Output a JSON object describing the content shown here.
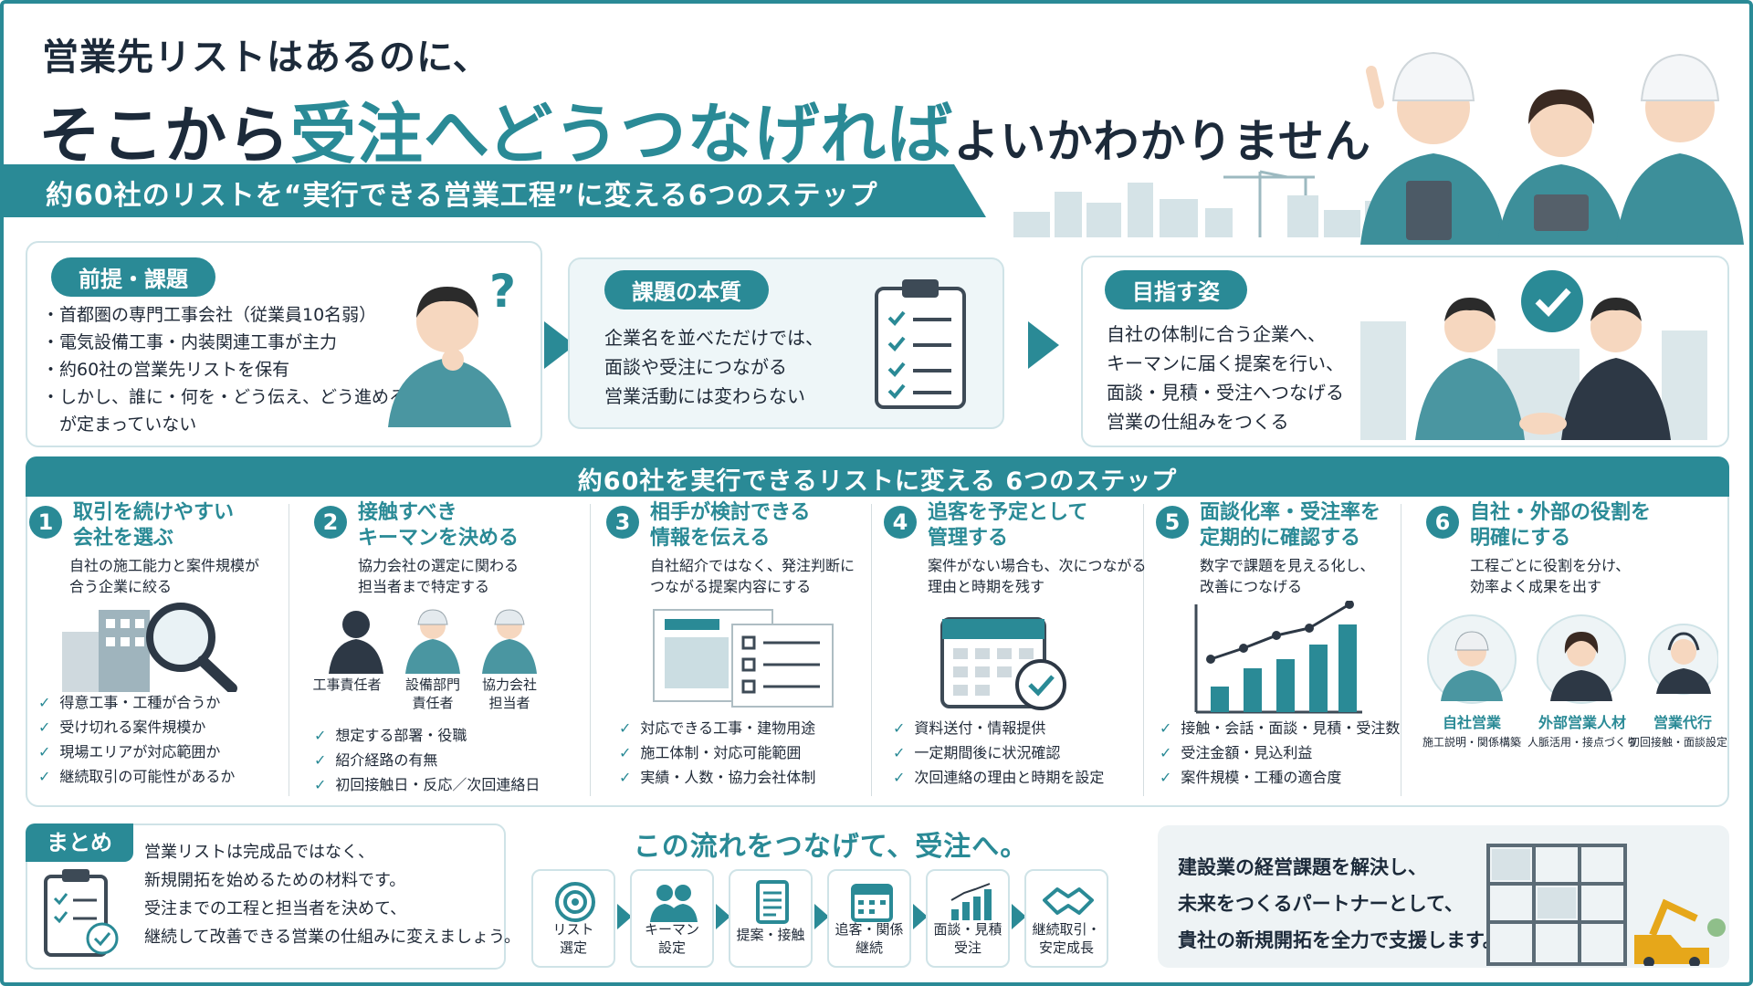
{
  "header": {
    "line1": "営業先リストはあるのに、",
    "line2_a": "そこから",
    "line2_b": "受注へどうつなげれば",
    "line2_c": "よいかわかりません",
    "banner": "約60社のリストを“実行できる営業工程”に変える6つのステップ"
  },
  "cards": {
    "premise": {
      "tag": "前提・課題",
      "items": [
        "・首都圏の専門工事会社（従業員10名弱）",
        "・電気設備工事・内装関連工事が主力",
        "・約60社の営業先リストを保有",
        "・しかし、誰に・何を・どう伝え、どう進めるか",
        "　が定まっていない"
      ],
      "mark": "?"
    },
    "essence": {
      "tag": "課題の本質",
      "lines": [
        "企業名を並べただけでは、",
        "面談や受注につながる",
        "営業活動には変わらない"
      ]
    },
    "goal": {
      "tag": "目指す姿",
      "lines": [
        "自社の体制に合う企業へ、",
        "キーマンに届く提案を行い、",
        "面談・見積・受注へつなげる",
        "営業の仕組みをつくる"
      ]
    }
  },
  "steps_title": "約60社を実行できるリストに変える 6つのステップ",
  "steps": [
    {
      "num": "1",
      "title1": "取引を続けやすい",
      "title2": "会社を選ぶ",
      "desc1": "自社の施工能力と案件規模が",
      "desc2": "合う企業に絞る",
      "checks": [
        "得意工事・工種が合うか",
        "受け切れる案件規模か",
        "現場エリアが対応範囲か",
        "継続取引の可能性があるか"
      ]
    },
    {
      "num": "2",
      "title1": "接触すべき",
      "title2": "キーマンを決める",
      "desc1": "協力会社の選定に関わる",
      "desc2": "担当者まで特定する",
      "people": [
        {
          "l1": "工事責任者",
          "l2": ""
        },
        {
          "l1": "設備部門",
          "l2": "責任者"
        },
        {
          "l1": "協力会社",
          "l2": "担当者"
        }
      ],
      "checks": [
        "想定する部署・役職",
        "紹介経路の有無",
        "初回接触日・反応／次回連絡日"
      ]
    },
    {
      "num": "3",
      "title1": "相手が検討できる",
      "title2": "情報を伝える",
      "desc1": "自社紹介ではなく、発注判断に",
      "desc2": "つながる提案内容にする",
      "checks": [
        "対応できる工事・建物用途",
        "施工体制・対応可能範囲",
        "実績・人数・協力会社体制"
      ]
    },
    {
      "num": "4",
      "title1": "追客を予定として",
      "title2": "管理する",
      "desc1": "案件がない場合も、次につながる",
      "desc2": "理由と時期を残す",
      "checks": [
        "資料送付・情報提供",
        "一定期間後に状況確認",
        "次回連絡の理由と時期を設定"
      ]
    },
    {
      "num": "5",
      "title1": "面談化率・受注率を",
      "title2": "定期的に確認する",
      "desc1": "数字で課題を見える化し、",
      "desc2": "改善につなげる",
      "checks": [
        "接触・会話・面談・見積・受注数",
        "受注金額・見込利益",
        "案件規模・工種の適合度"
      ]
    },
    {
      "num": "6",
      "title1": "自社・外部の役割を",
      "title2": "明確にする",
      "desc1": "工程ごとに役割を分け、",
      "desc2": "効率よく成果を出す",
      "roles": [
        {
          "name": "自社営業",
          "sub": "施工説明・関係構築"
        },
        {
          "name": "外部営業人材",
          "sub": "人脈活用・接点づくり"
        },
        {
          "name": "営業代行",
          "sub": "初回接触・面談設定"
        }
      ]
    }
  ],
  "summary": {
    "tag": "まとめ",
    "lines": [
      "営業リストは完成品ではなく、",
      "新規開拓を始めるための材料です。",
      "受注までの工程と担当者を決めて、",
      "継続して改善できる営業の仕組みに変えましょう。"
    ]
  },
  "flow": {
    "title": "この流れをつなげて、受注へ。",
    "items": [
      {
        "l1": "リスト",
        "l2": "選定",
        "icon": "target-icon"
      },
      {
        "l1": "キーマン",
        "l2": "設定",
        "icon": "people-icon"
      },
      {
        "l1": "提案・接触",
        "l2": "",
        "icon": "document-icon"
      },
      {
        "l1": "追客・関係",
        "l2": "継続",
        "icon": "calendar-icon"
      },
      {
        "l1": "面談・見積",
        "l2": "受注",
        "icon": "chart-icon"
      },
      {
        "l1": "継続取引・",
        "l2": "安定成長",
        "icon": "handshake-icon"
      }
    ]
  },
  "cta": {
    "lines": [
      "建設業の経営課題を解決し、",
      "未来をつくるパートナーとして、",
      "貴社の新規開拓を全力で支援します。"
    ]
  },
  "colors": {
    "accent": "#2a8a96",
    "dark": "#1c2a3a",
    "light_bg": "#eef6f8"
  }
}
